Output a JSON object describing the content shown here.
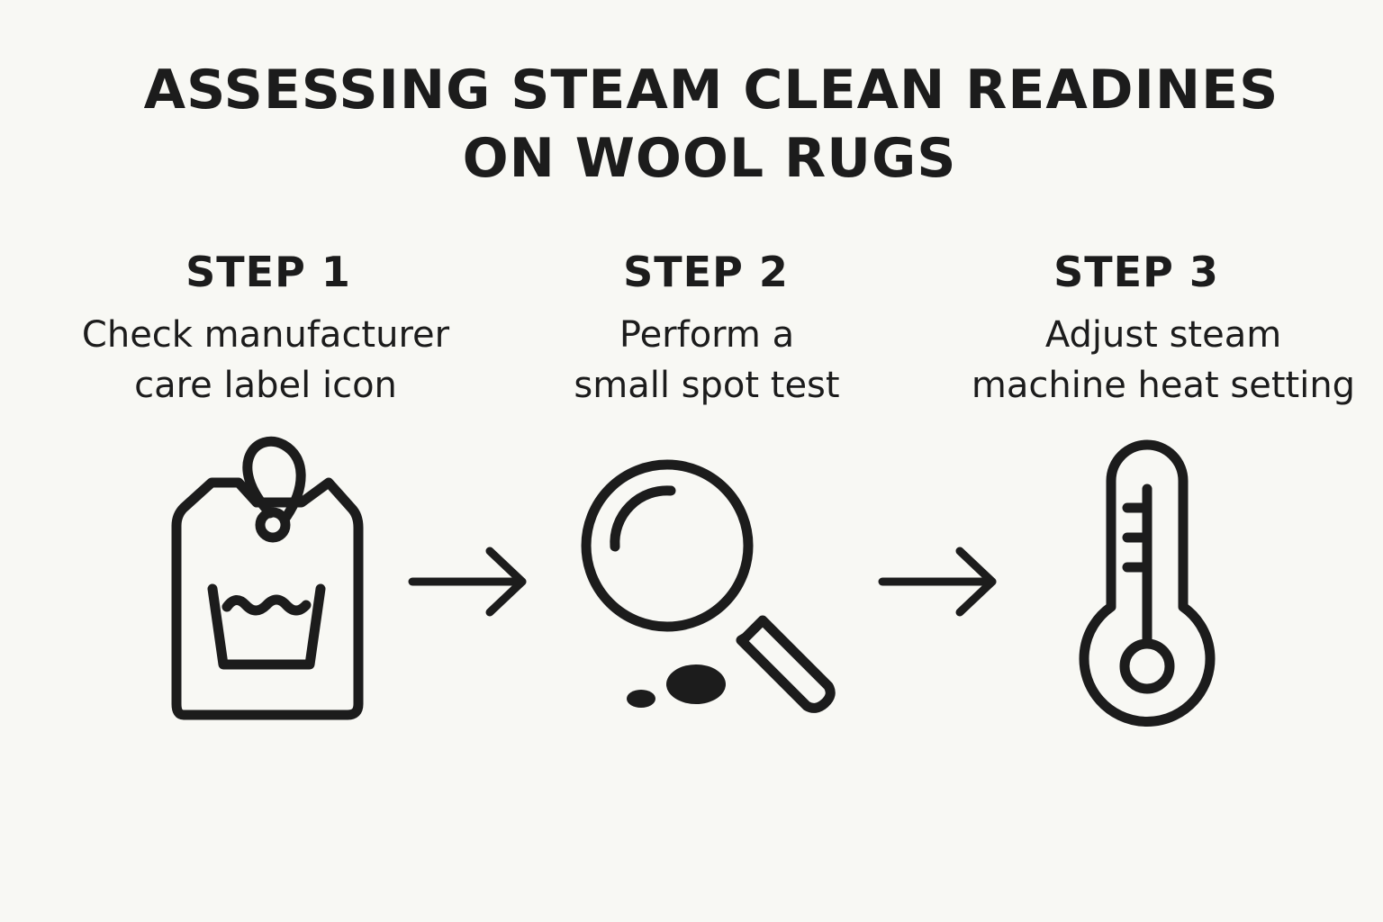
{
  "title": {
    "line1": "ASSESSING STEAM CLEAN READINES",
    "line2": "ON WOOL RUGS"
  },
  "steps": [
    {
      "heading": "STEP 1",
      "description_line1": "Check manufacturer",
      "description_line2": "care label icon",
      "icon": "care-label-tag-icon"
    },
    {
      "heading": "STEP 2",
      "description_line1": "Perform a",
      "description_line2": "small spot test",
      "icon": "magnifying-glass-icon"
    },
    {
      "heading": "STEP 3",
      "description_line1": "Adjust steam",
      "description_line2": "machine heat setting",
      "icon": "thermometer-icon"
    }
  ],
  "colors": {
    "background": "#f8f8f4",
    "ink": "#1c1c1c"
  }
}
